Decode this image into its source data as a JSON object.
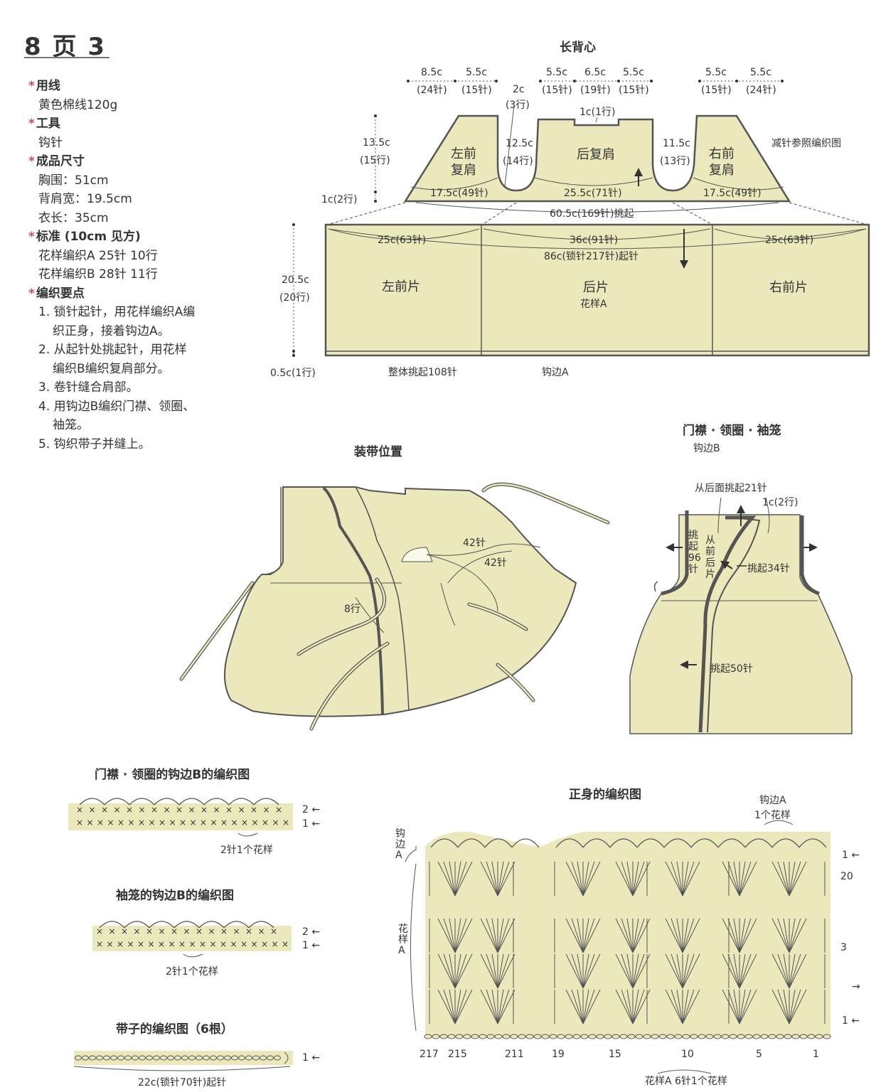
{
  "header": {
    "page_label": "8 页 3"
  },
  "info": {
    "yarn_title": "用线",
    "yarn_value": "黄色棉线120g",
    "tool_title": "工具",
    "tool_value": "钩针",
    "size_title": "成品尺寸",
    "chest": "胸围：51cm",
    "shoulder": "背肩宽：19.5cm",
    "length": "衣长：35cm",
    "gauge_title": "标准 (10cm 见方)",
    "gauge_a": "花样编织A  25针  10行",
    "gauge_b": "花样编织B  28针  11行",
    "steps_title": "编织要点",
    "step1a": "1. 锁针起针，用花样编织A编",
    "step1b": "织正身，接着钩边A。",
    "step2a": "2. 从起针处挑起针，用花样",
    "step2b": "编织B编织复肩部分。",
    "step3": "3. 卷针缝合肩部。",
    "step4a": "4. 用钩边B编织门襟、领圈、",
    "step4b": "袖笼。",
    "step5": "5. 钩织带子并缝上。"
  },
  "vest": {
    "title": "长背心",
    "d_85": "8.5c",
    "d_85s": "(24针)",
    "d_55a": "5.5c",
    "d_55as": "(15针)",
    "d_2": "2c",
    "d_2s": "(3行)",
    "d_55b": "5.5c",
    "d_55bs": "(15针)",
    "d_65": "6.5c",
    "d_65s": "(19针)",
    "d_55c": "5.5c",
    "d_55cs": "(15针)",
    "d_55d": "5.5c",
    "d_55ds": "(15针)",
    "d_55e": "5.5c",
    "d_55es": "(24针)",
    "d_1c": "1c(1行)",
    "d_135": "13.5c",
    "d_135s": "(15行)",
    "d_125": "12.5c",
    "d_125s": "(14行)",
    "d_115": "11.5c",
    "d_115s": "(13行)",
    "d_1c2": "1c(2行)",
    "left_yoke_1": "左前",
    "left_yoke_2": "复肩",
    "back_yoke": "后复肩",
    "right_yoke_1": "右前",
    "right_yoke_2": "复肩",
    "decrease_note": "减针参照编织图",
    "yoke_l": "17.5c(49针)",
    "yoke_m": "25.5c(71针)",
    "yoke_r": "17.5c(49针)",
    "pickup_605": "60.5c(169针)挑起",
    "body_l": "25c(63针)",
    "body_m": "36c(91针)",
    "body_r": "25c(63针)",
    "body_total": "86c(锁针217针)起针",
    "d_205": "20.5c",
    "d_205s": "(20行)",
    "d_05": "0.5c(1行)",
    "left_front": "左前片",
    "back": "后片",
    "pattern_a": "花样A",
    "right_front": "右前片",
    "pickup_108": "整体挑起108针",
    "edging_a": "钩边A"
  },
  "ties": {
    "title": "装带位置",
    "s42a": "42针",
    "s42b": "42针",
    "r8": "8行"
  },
  "placket": {
    "title": "门襟 · 领圈 · 袖笼",
    "subtitle": "钩边B",
    "pickup_back": "从后面挑起21针",
    "rows": "1c(2行)",
    "pickup_96": "挑起96针",
    "from_back": "从前后片",
    "pickup_34": "挑起34针",
    "pickup_50": "挑起50针"
  },
  "chart_b1": {
    "title": "门襟 · 领圈的钩边B的编织图",
    "repeat": "2针1个花样",
    "row2": "2",
    "row1": "1"
  },
  "chart_b2": {
    "title": "袖笼的钩边B的编织图",
    "repeat": "2针1个花样",
    "row2": "2",
    "row1": "1"
  },
  "chart_tie": {
    "title": "带子的编织图（6根）",
    "width": "22c(锁针70针)起针",
    "row1": "1"
  },
  "chart_main": {
    "title": "正身的编织图",
    "edging": "钩边A",
    "edging_repeat": "1个花样",
    "side_edging": "钩边A",
    "side_pattern": "花样A",
    "row_1top": "1",
    "row_20": "20",
    "row_3": "3",
    "row_1": "1",
    "st_217": "217",
    "st_215": "215",
    "st_211": "211",
    "st_19": "19",
    "st_15": "15",
    "st_10": "10",
    "st_5": "5",
    "st_1": "1",
    "repeat": "花样A  6针1个花样"
  },
  "colors": {
    "fill": "#ebe8bc",
    "line": "#555555",
    "accent": "#d1457b"
  }
}
